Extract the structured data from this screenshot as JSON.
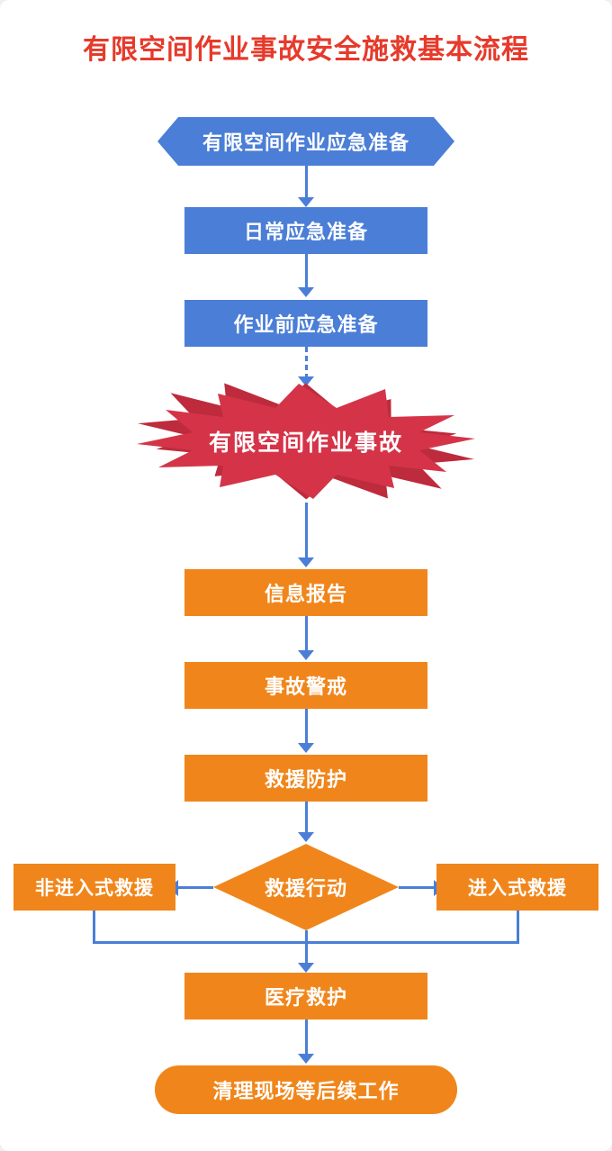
{
  "page": {
    "title": "有限空间作业事故安全施救基本流程"
  },
  "colors": {
    "title_red": "#e63a2b",
    "blue": "#4b7ed6",
    "arrow_blue": "#4b7ed6",
    "orange": "#f0861b",
    "burst_red": "#d53448",
    "burst_red_dark": "#bd2b3d",
    "node_text": "#ffffff",
    "background": "#ffffff"
  },
  "flowchart": {
    "nodes": [
      {
        "id": "prep",
        "shape": "hexagon",
        "color": "blue",
        "label": "有限空间作业应急准备"
      },
      {
        "id": "daily",
        "shape": "rect",
        "color": "blue",
        "label": "日常应急准备"
      },
      {
        "id": "pre-work",
        "shape": "rect",
        "color": "blue",
        "label": "作业前应急准备"
      },
      {
        "id": "accident",
        "shape": "burst",
        "color": "red",
        "label": "有限空间作业事故"
      },
      {
        "id": "report",
        "shape": "rect",
        "color": "orange",
        "label": "信息报告"
      },
      {
        "id": "alert",
        "shape": "rect",
        "color": "orange",
        "label": "事故警戒"
      },
      {
        "id": "protection",
        "shape": "rect",
        "color": "orange",
        "label": "救援防护"
      },
      {
        "id": "action",
        "shape": "diamond",
        "color": "orange",
        "label": "救援行动"
      },
      {
        "id": "non-entry",
        "shape": "rect",
        "color": "orange",
        "label": "非进入式救援"
      },
      {
        "id": "entry",
        "shape": "rect",
        "color": "orange",
        "label": "进入式救援"
      },
      {
        "id": "medical",
        "shape": "rect",
        "color": "orange",
        "label": "医疗救护"
      },
      {
        "id": "cleanup",
        "shape": "stadium",
        "color": "orange",
        "label": "清理现场等后续工作"
      }
    ],
    "edges": [
      {
        "from": "prep",
        "to": "daily",
        "style": "solid-arrow"
      },
      {
        "from": "daily",
        "to": "pre-work",
        "style": "solid-arrow"
      },
      {
        "from": "pre-work",
        "to": "accident",
        "style": "dashed-arrow"
      },
      {
        "from": "accident",
        "to": "report",
        "style": "solid-arrow"
      },
      {
        "from": "report",
        "to": "alert",
        "style": "solid-arrow"
      },
      {
        "from": "alert",
        "to": "protection",
        "style": "solid-arrow"
      },
      {
        "from": "protection",
        "to": "action",
        "style": "solid-arrow"
      },
      {
        "from": "action",
        "to": "non-entry",
        "style": "solid-arrow-left"
      },
      {
        "from": "action",
        "to": "entry",
        "style": "solid-arrow-right"
      },
      {
        "from": "non-entry",
        "to": "medical",
        "style": "merge-line"
      },
      {
        "from": "entry",
        "to": "medical",
        "style": "merge-line"
      },
      {
        "from": "action",
        "to": "medical",
        "style": "solid-arrow"
      },
      {
        "from": "medical",
        "to": "cleanup",
        "style": "solid-arrow"
      }
    ]
  }
}
